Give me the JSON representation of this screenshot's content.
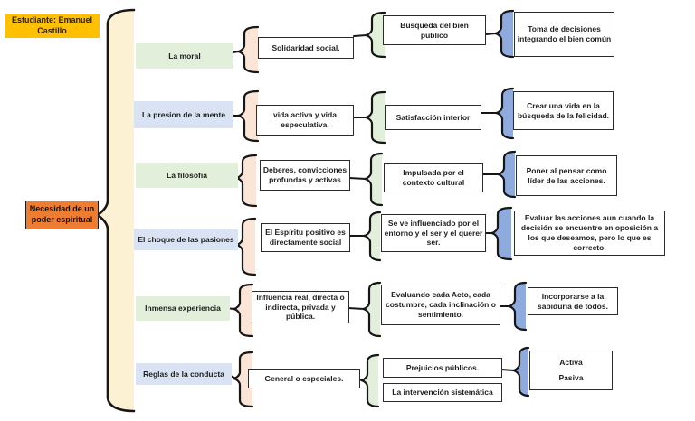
{
  "student_box": {
    "text": "Estudiante: Emanuel Castillo"
  },
  "root": {
    "text": "Necesidad de un poder espiritual"
  },
  "colors": {
    "gold": "#ffc000",
    "root_orange": "#ed7d31",
    "main_brace_fill": "#fdf1d3",
    "peach_brace": "#fbe5d6",
    "green_fill": "#e2efda",
    "blue_label": "#dae3f3",
    "blue_brace": "#8faadc"
  },
  "rows": [
    {
      "label": "La moral",
      "level2": "Solidaridad social.",
      "level3": "Búsqueda del bien publico",
      "level4": "Toma de decisiones integrando el bien común"
    },
    {
      "label": "La presion de la mente",
      "level2": "vida activa y vida especulativa.",
      "level3": "Satisfacción interior",
      "level4": "Crear una vida en la búsqueda de la felicidad."
    },
    {
      "label": "La filosofia",
      "level2": "Deberes, convicciones profundas y activas",
      "level3": "Impulsada por el contexto cultural",
      "level4": "Poner al pensar como líder de las acciones."
    },
    {
      "label": "El choque de las pasiones",
      "level2": "El Espíritu positivo es directamente social",
      "level3": "Se ve influenciado por el entorno y el ser y el querer ser.",
      "level4": "Evaluar las acciones aun cuando la decisión se encuentre en oposición a los que deseamos, pero lo que es correcto."
    },
    {
      "label": "Inmensa experiencia",
      "level2": "Influencia real, directa o indirecta, privada y pública.",
      "level3": "Evaluando cada Acto, cada costumbre, cada inclinación o sentimiento.",
      "level4": "Incorporarse a la sabiduría de todos."
    },
    {
      "label": "Reglas de la conducta",
      "level2": "General o especiales.",
      "level3a": "Prejuicios públicos.",
      "level3b": "La intervención sistemática",
      "level4a": "Activa",
      "level4b": "Pasiva"
    }
  ]
}
